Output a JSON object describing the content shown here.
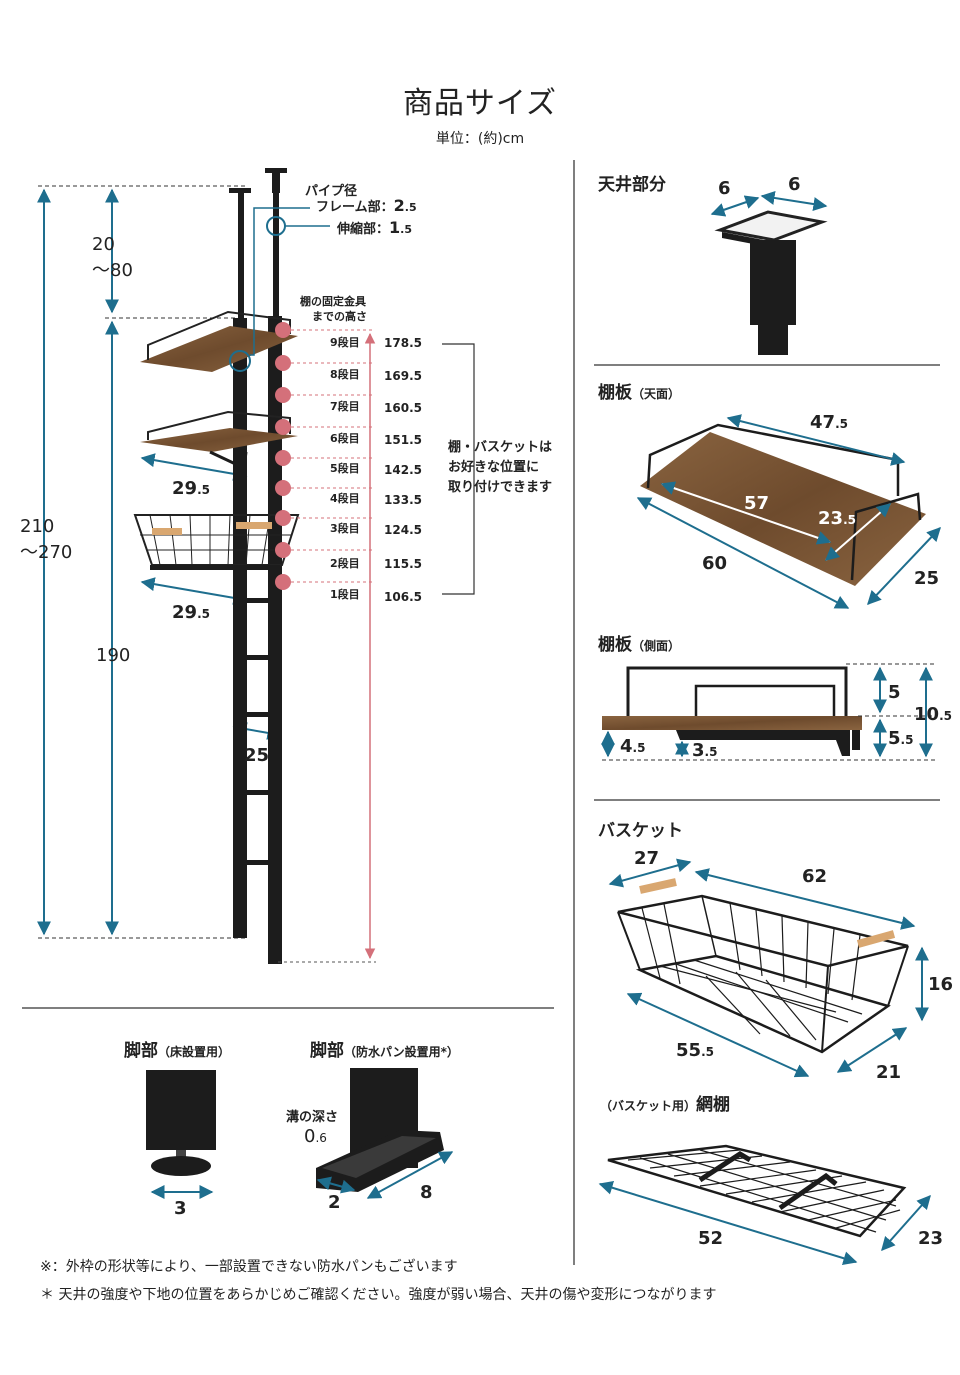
{
  "header": {
    "title": "商品サイズ",
    "unit": "単位：(約)cm"
  },
  "pipe": {
    "title": "パイプ径",
    "frame_label": "フレーム部：",
    "frame_int": "2",
    "frame_dec": ".5",
    "ext_label": "伸縮部：",
    "ext_int": "1",
    "ext_dec": ".5"
  },
  "left_dims": {
    "total_a": "210",
    "total_b": "～270",
    "top_a": "20",
    "top_b": "～80",
    "lower": "190",
    "shelf_w_int": "29",
    "shelf_w_dec": ".5",
    "basket_w_int": "29",
    "basket_w_dec": ".5",
    "pole_w": "25"
  },
  "fixture": {
    "title_a": "棚の固定金具",
    "title_b": "までの高さ"
  },
  "stages": [
    {
      "label": "9段目",
      "int": "178",
      "dec": ".5"
    },
    {
      "label": "8段目",
      "int": "169",
      "dec": ".5"
    },
    {
      "label": "7段目",
      "int": "160",
      "dec": ".5"
    },
    {
      "label": "6段目",
      "int": "151",
      "dec": ".5"
    },
    {
      "label": "5段目",
      "int": "142",
      "dec": ".5"
    },
    {
      "label": "4段目",
      "int": "133",
      "dec": ".5"
    },
    {
      "label": "3段目",
      "int": "124",
      "dec": ".5"
    },
    {
      "label": "2段目",
      "int": "115",
      "dec": ".5"
    },
    {
      "label": "1段目",
      "int": "106",
      "dec": ".5"
    }
  ],
  "free_note": [
    "棚・バスケットは",
    "お好きな位置に",
    "取り付けできます"
  ],
  "ceiling": {
    "title": "天井部分",
    "w1": "6",
    "w2": "6"
  },
  "shelf_top": {
    "title": "棚板",
    "sub": "（天面）",
    "back_int": "47",
    "back_dec": ".5",
    "inner_len": "57",
    "inner_dep_int": "23",
    "inner_dep_dec": ".5",
    "length": "60",
    "depth": "25"
  },
  "shelf_side": {
    "title": "棚板",
    "sub": "（側面）",
    "h_top": "5",
    "h_total_int": "10",
    "h_total_dec": ".5",
    "h_low_int": "5",
    "h_low_dec": ".5",
    "board_int": "4",
    "board_dec": ".5",
    "bracket_int": "3",
    "bracket_dec": ".5"
  },
  "basket": {
    "title": "バスケット",
    "top_dep": "27",
    "top_len": "62",
    "height": "16",
    "bottom_len_int": "55",
    "bottom_len_dec": ".5",
    "bottom_dep": "21"
  },
  "net": {
    "pre": "（バスケット用）",
    "title": "網棚",
    "length": "52",
    "depth": "23"
  },
  "feet": {
    "floor_title": "脚部",
    "floor_sub": "（床設置用）",
    "floor_w": "3",
    "pan_title": "脚部",
    "pan_sub": "（防水パン設置用*）",
    "groove_label": "溝の深さ",
    "groove_int": "0",
    "groove_dec": ".6",
    "pan_w": "2",
    "pan_len": "8"
  },
  "notes": [
    "※：外枠の形状等により、一部設置できない防水パンもございます",
    "＊ 天井の強度や下地の位置をあらかじめご確認ください。強度が弱い場合、天井の傷や変形につながります"
  ],
  "colors": {
    "arrow": "#1e6e8e",
    "stage_dot": "#d4707a",
    "wood": "#7a5636",
    "metal": "#1c1c1c"
  }
}
